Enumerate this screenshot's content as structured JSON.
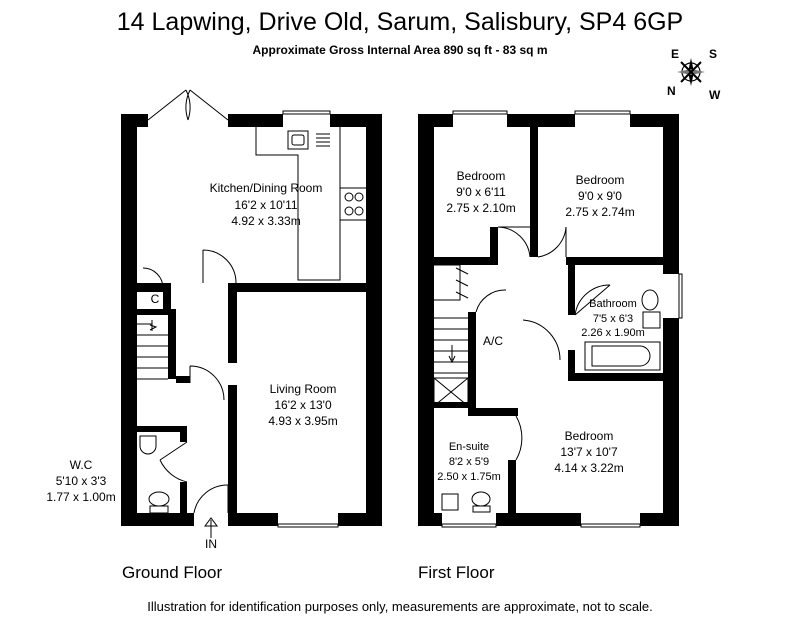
{
  "title": "14 Lapwing, Drive Old, Sarum, Salisbury, SP4 6GP",
  "subtitle": "Approximate Gross Internal Area 890 sq ft - 83 sq m",
  "footer": "Illustration for identification purposes only, measurements are approximate, not to scale.",
  "compass": {
    "e": "E",
    "s": "S",
    "n": "N",
    "w": "W"
  },
  "floors": {
    "ground": {
      "label": "Ground Floor",
      "entrance": "IN",
      "cupboard": "C",
      "kitchen": {
        "name": "Kitchen/Dining Room",
        "imperial": "16'2 x 10'11",
        "metric": "4.92 x 3.33m"
      },
      "living": {
        "name": "Living Room",
        "imperial": "16'2 x 13'0",
        "metric": "4.93 x 3.95m"
      },
      "wc": {
        "name": "W.C",
        "imperial": "5'10 x 3'3",
        "metric": "1.77 x 1.00m"
      }
    },
    "first": {
      "label": "First Floor",
      "airing": "A/C",
      "bed_left": {
        "name": "Bedroom",
        "imperial": "9'0 x 6'11",
        "metric": "2.75 x 2.10m"
      },
      "bed_right": {
        "name": "Bedroom",
        "imperial": "9'0 x 9'0",
        "metric": "2.75 x 2.74m"
      },
      "bathroom": {
        "name": "Bathroom",
        "imperial": "7'5 x 6'3",
        "metric": "2.26 x 1.90m"
      },
      "ensuite": {
        "name": "En-suite",
        "imperial": "8'2 x 5'9",
        "metric": "2.50 x 1.75m"
      },
      "bed_main": {
        "name": "Bedroom",
        "imperial": "13'7 x 10'7",
        "metric": "4.14 x 3.22m"
      }
    }
  }
}
